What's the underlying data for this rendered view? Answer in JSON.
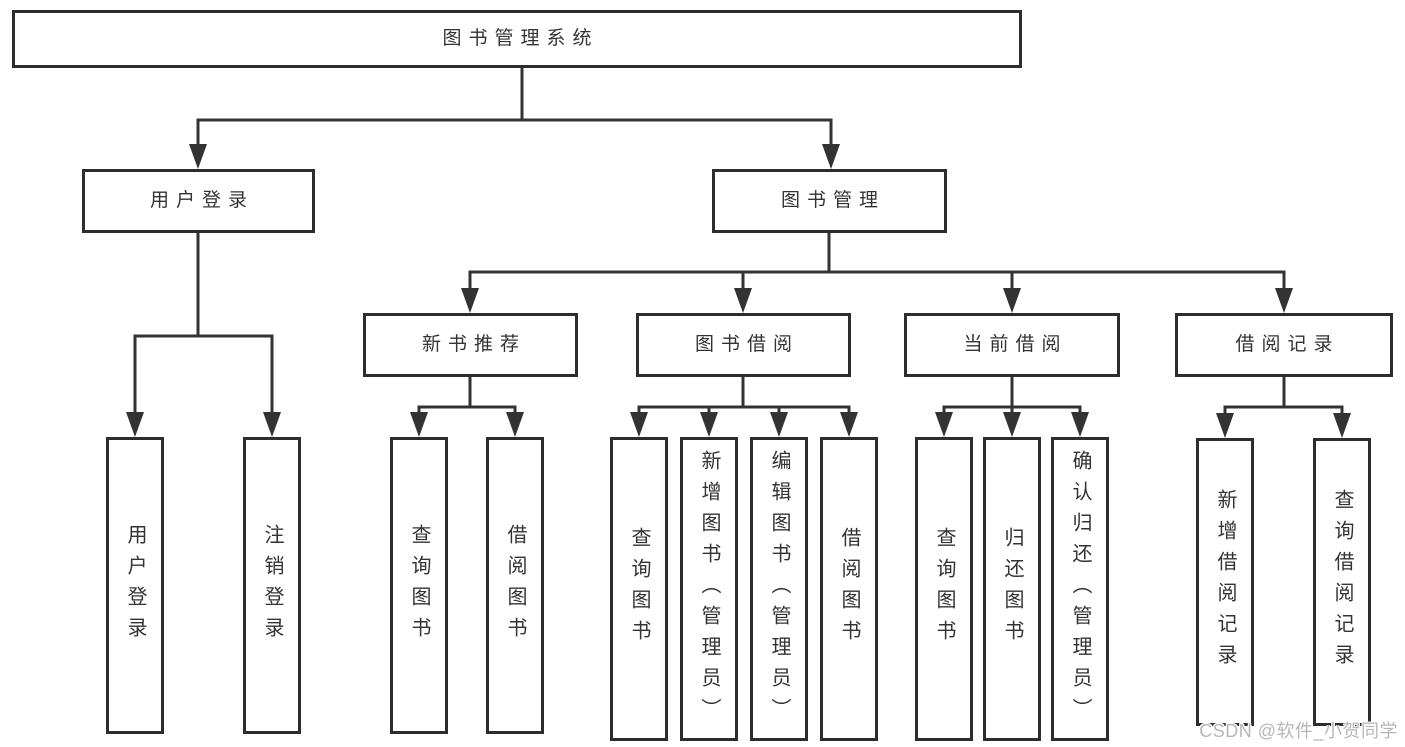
{
  "diagram": {
    "title": "图书管理系统",
    "nodes": [
      {
        "id": "root",
        "label": "图书管理系统",
        "level": 1,
        "parent": null
      },
      {
        "id": "user-login",
        "label": "用户登录",
        "level": 2,
        "parent": "root"
      },
      {
        "id": "book-management",
        "label": "图书管理",
        "level": 2,
        "parent": "root"
      },
      {
        "id": "new-book-recommend",
        "label": "新书推荐",
        "level": 3,
        "parent": "book-management"
      },
      {
        "id": "book-borrow",
        "label": "图书借阅",
        "level": 3,
        "parent": "book-management"
      },
      {
        "id": "current-borrow",
        "label": "当前借阅",
        "level": 3,
        "parent": "book-management"
      },
      {
        "id": "borrow-records",
        "label": "借阅记录",
        "level": 3,
        "parent": "book-management"
      },
      {
        "id": "leaf-user-login",
        "label": "用户登录",
        "level": 4,
        "parent": "user-login"
      },
      {
        "id": "leaf-logout",
        "label": "注销登录",
        "level": 4,
        "parent": "user-login"
      },
      {
        "id": "leaf-nb-query",
        "label": "查询图书",
        "level": 4,
        "parent": "new-book-recommend"
      },
      {
        "id": "leaf-nb-borrow",
        "label": "借阅图书",
        "level": 4,
        "parent": "new-book-recommend"
      },
      {
        "id": "leaf-bb-query",
        "label": "查询图书",
        "level": 4,
        "parent": "book-borrow"
      },
      {
        "id": "leaf-bb-add",
        "label": "新增图书（管理员）",
        "level": 4,
        "parent": "book-borrow"
      },
      {
        "id": "leaf-bb-edit",
        "label": "编辑图书（管理员）",
        "level": 4,
        "parent": "book-borrow"
      },
      {
        "id": "leaf-bb-borrow",
        "label": "借阅图书",
        "level": 4,
        "parent": "book-borrow"
      },
      {
        "id": "leaf-cb-query",
        "label": "查询图书",
        "level": 4,
        "parent": "current-borrow"
      },
      {
        "id": "leaf-cb-return",
        "label": "归还图书",
        "level": 4,
        "parent": "current-borrow"
      },
      {
        "id": "leaf-cb-confirm",
        "label": "确认归还（管理员）",
        "level": 4,
        "parent": "current-borrow"
      },
      {
        "id": "leaf-br-add",
        "label": "新增借阅记录",
        "level": 4,
        "parent": "borrow-records"
      },
      {
        "id": "leaf-br-query",
        "label": "查询借阅记录",
        "level": 4,
        "parent": "borrow-records"
      }
    ]
  },
  "watermark": {
    "text": "CSDN @软件_小贺同学"
  },
  "colors": {
    "line": "#333333",
    "border": "#2d2d2d",
    "text": "#333333",
    "watermark": "#b6b6b6",
    "background": "#ffffff"
  }
}
